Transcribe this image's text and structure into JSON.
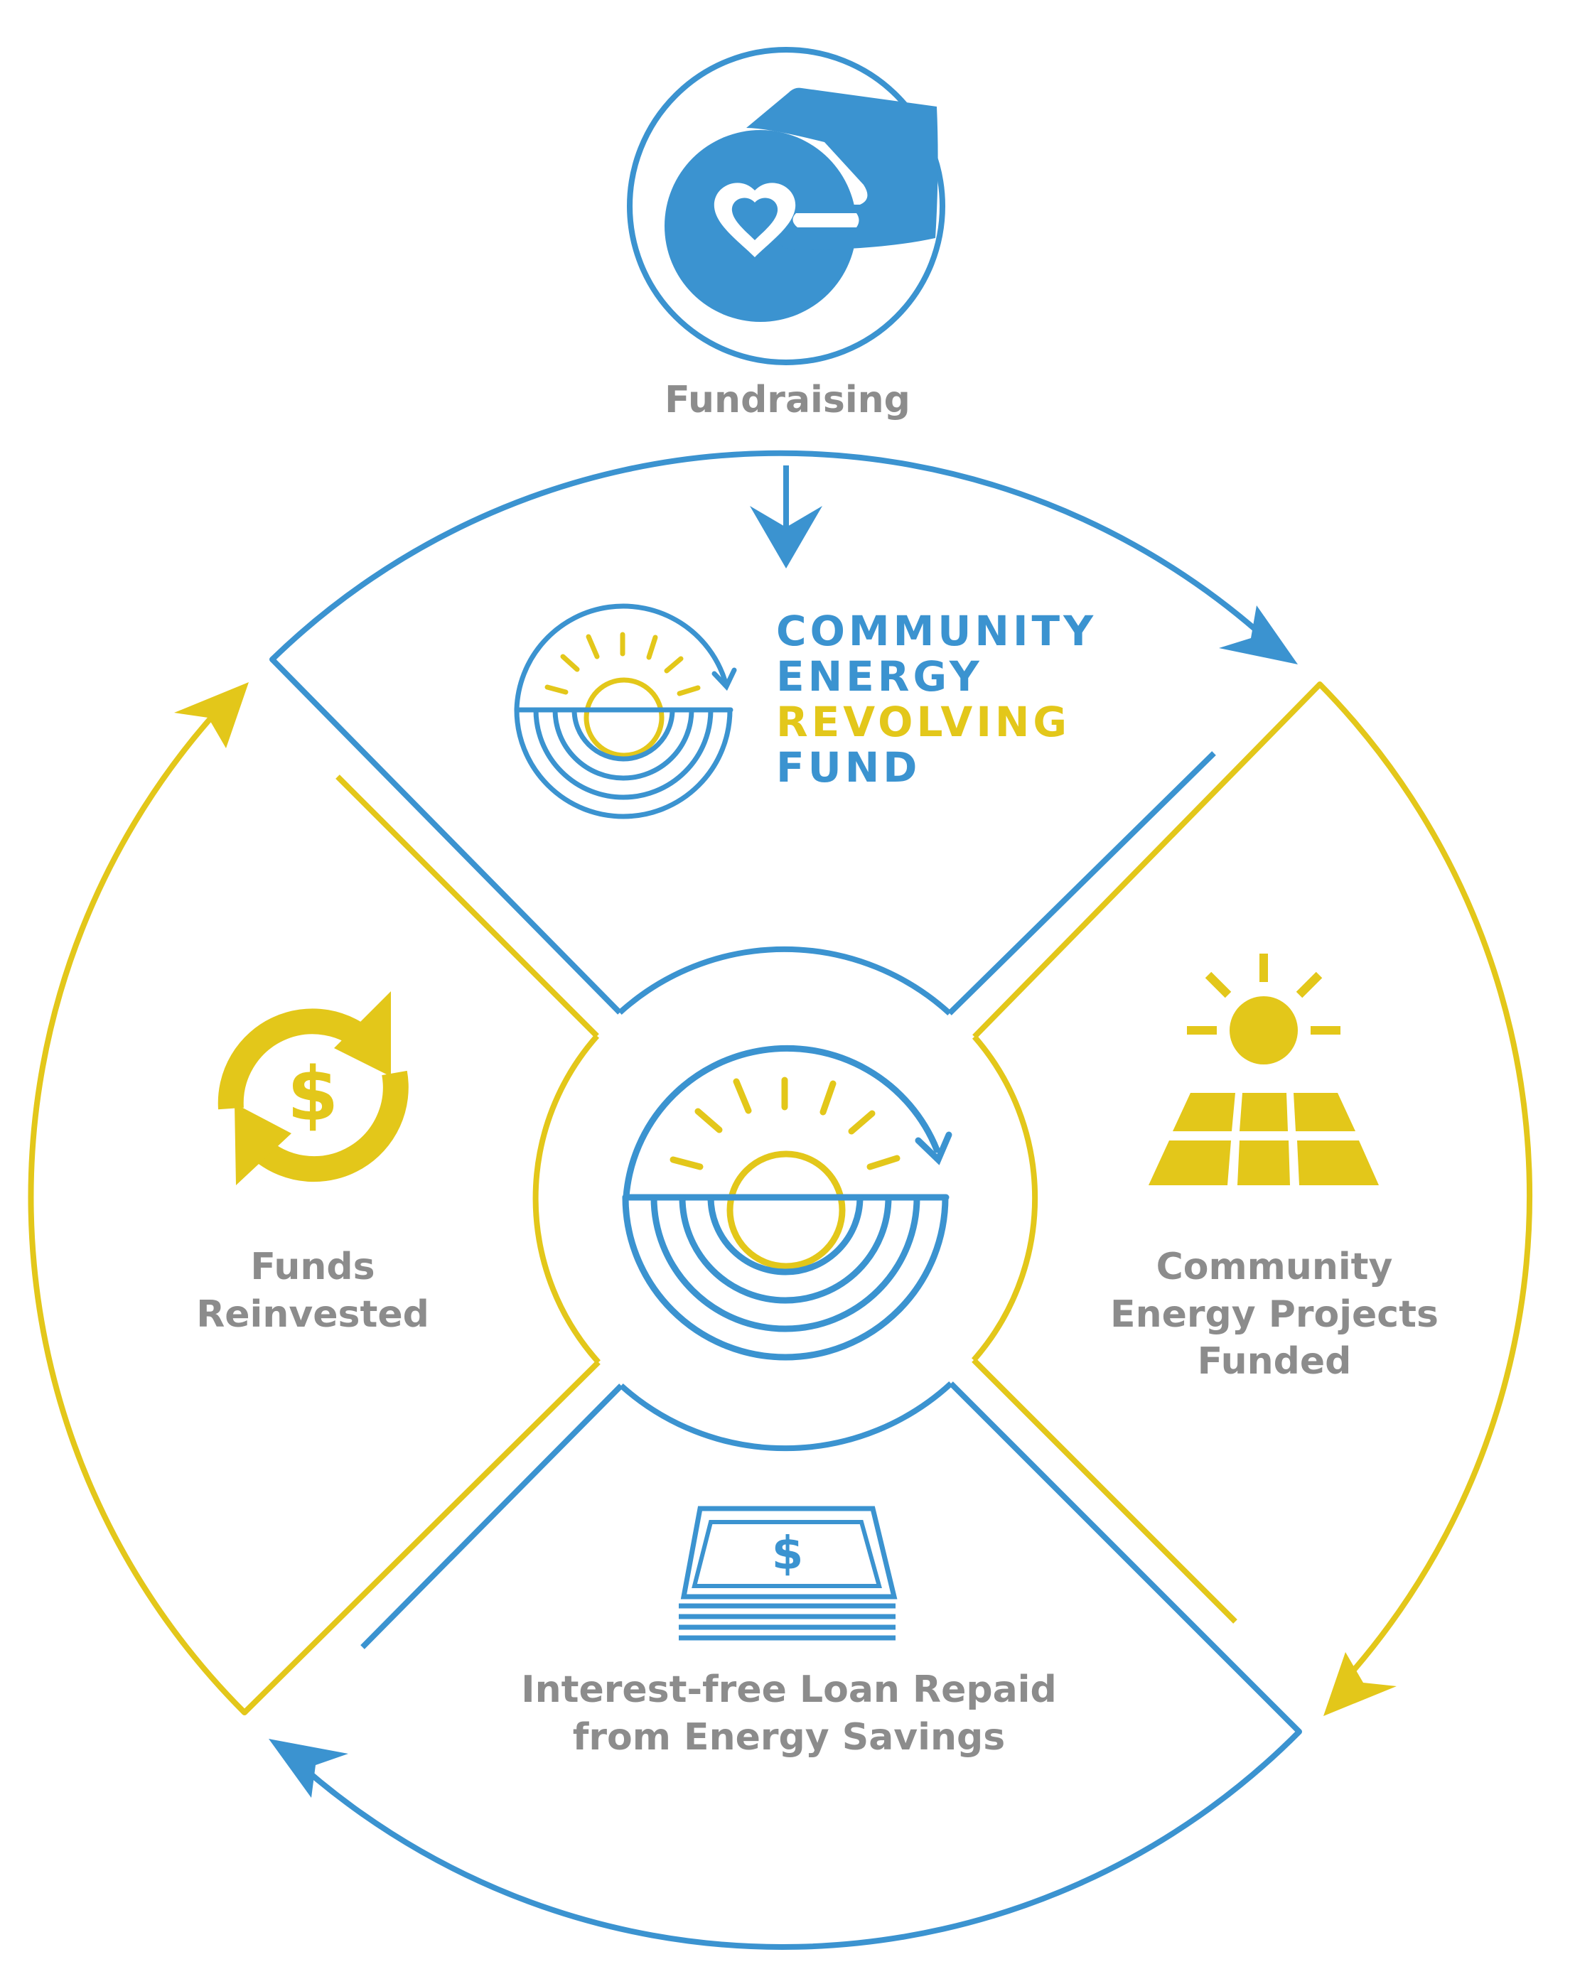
{
  "colors": {
    "blue": "#3b93d0",
    "yellow": "#e3c71a",
    "gray": "#8c8c8c",
    "background": "#ffffff"
  },
  "logo": {
    "line1": "COMMUNITY",
    "line2": "ENERGY",
    "line3": "REVOLVING",
    "line4": "FUND"
  },
  "steps": {
    "fundraising": {
      "label": "Fundraising",
      "icon": "hand-heart-coin-icon"
    },
    "projects": {
      "line1": "Community",
      "line2": "Energy Projects",
      "line3": "Funded",
      "icon": "sun-solar-panel-icon"
    },
    "loan": {
      "line1": "Interest-free Loan Repaid",
      "line2": "from Energy Savings",
      "icon": "cash-stack-icon",
      "symbol": "$"
    },
    "reinvested": {
      "line1": "Funds",
      "line2": "Reinvested",
      "icon": "recycle-dollar-icon",
      "symbol": "$"
    }
  }
}
